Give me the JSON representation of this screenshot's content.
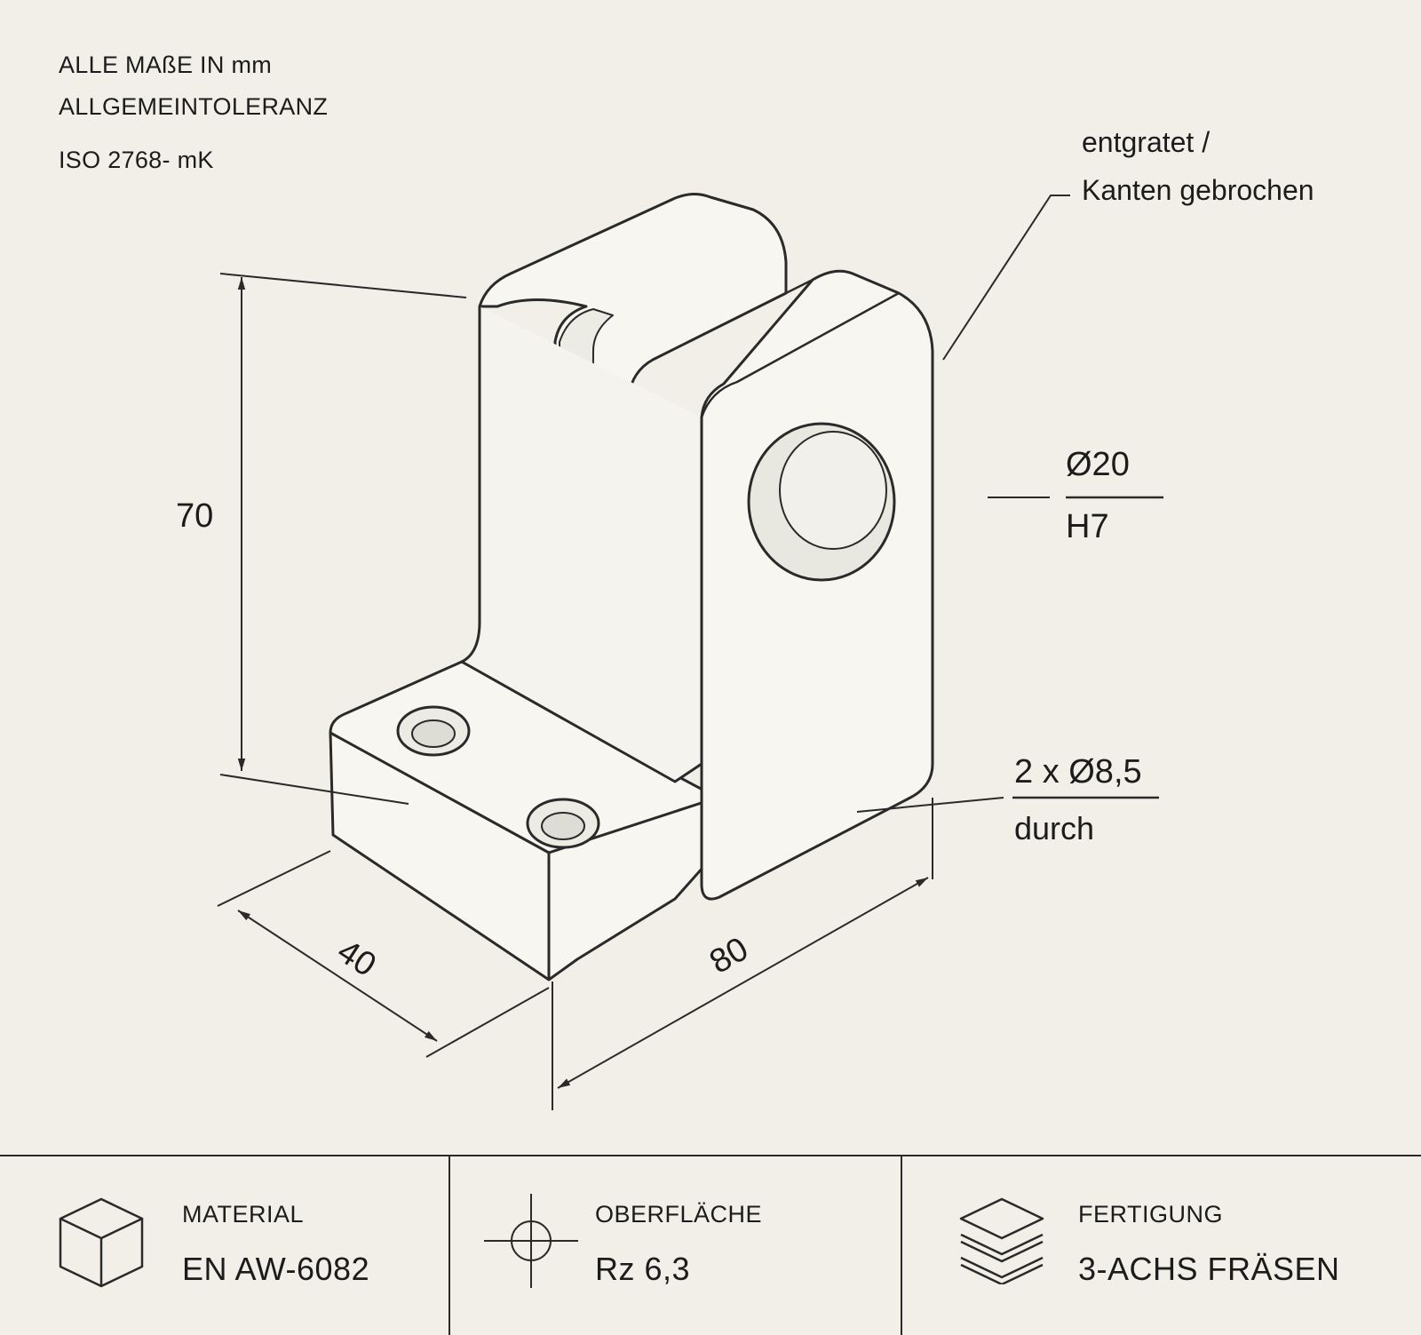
{
  "notes": {
    "line1": "ALLE MAßE IN mm",
    "line2": "ALLGEMEINTOLERANZ",
    "line3": "ISO 2768- mK"
  },
  "annotations": {
    "deburr_line1": "entgratet /",
    "deburr_line2": "Kanten gebrochen",
    "bore_diameter": "Ø20",
    "bore_tolerance": "H7",
    "holes_count_diameter": "2 x Ø8,5",
    "holes_type": "durch"
  },
  "dimensions": {
    "height": "70",
    "depth": "40",
    "width": "80"
  },
  "footer": {
    "material": {
      "label": "MATERIAL",
      "value": "EN AW-6082",
      "icon": "cube-icon"
    },
    "surface": {
      "label": "OBERFLÄCHE",
      "value": "Rz 6,3",
      "icon": "crosshair-icon"
    },
    "manufacturing": {
      "label": "FERTIGUNG",
      "value": "3-ACHS FRÄSEN",
      "icon": "layers-icon"
    }
  }
}
